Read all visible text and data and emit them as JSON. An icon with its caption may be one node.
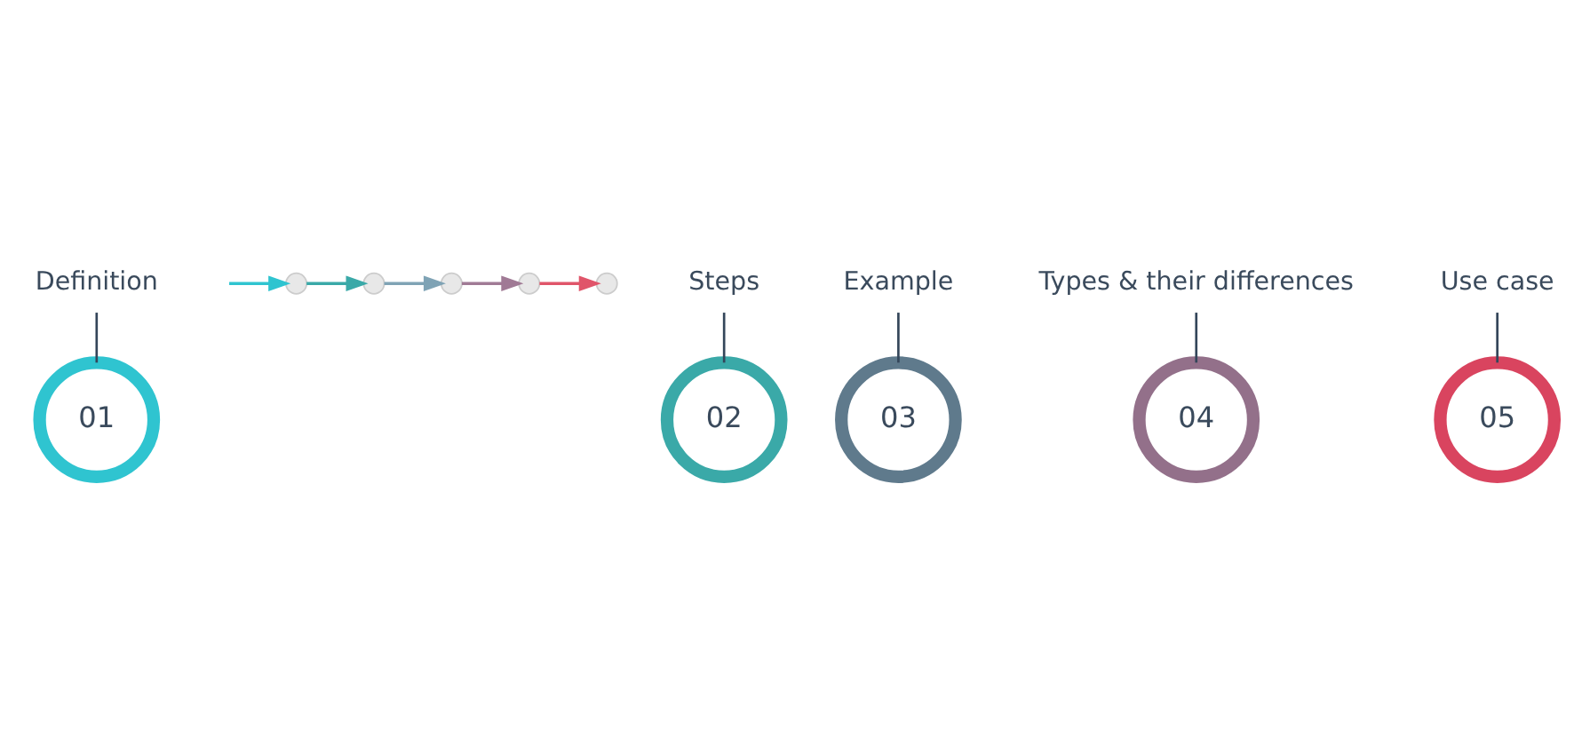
{
  "diagram": {
    "nodes": [
      {
        "text": [
          "Definition"
        ]
      },
      {
        "text": [
          "01"
        ]
      },
      {
        "text": [],
        "shape": "circle"
      },
      {
        "text": [
          "Steps"
        ]
      },
      {
        "text": [
          "02"
        ]
      },
      {
        "text": [],
        "shape": "circle"
      },
      {
        "text": [
          "Example"
        ]
      },
      {
        "text": [
          "03"
        ]
      },
      {
        "text": [],
        "shape": "circle"
      },
      {
        "text": [
          "Types & their differences"
        ]
      },
      {
        "text": [
          "04"
        ]
      },
      {
        "text": [],
        "shape": "circle"
      },
      {
        "text": [
          "Use case"
        ]
      },
      {
        "text": [
          "05"
        ]
      },
      {
        "text": [],
        "shape": "circle"
      }
    ],
    "edges": [
      {
        "from": 0,
        "to": 1,
        "arrow": "none"
      },
      {
        "from": 3,
        "to": 4,
        "arrow": "none"
      },
      {
        "from": 6,
        "to": 7,
        "arrow": "none"
      },
      {
        "from": 9,
        "to": 10,
        "arrow": "none"
      },
      {
        "from": 12,
        "to": 13,
        "arrow": "none"
      },
      {
        "from": null,
        "to": 2,
        "arrow": "to",
        "color": "#2fc4d0"
      },
      {
        "from": 2,
        "to": 5,
        "arrow": "to",
        "color": "#3aa9a8"
      },
      {
        "from": 5,
        "to": 8,
        "arrow": "to",
        "color": "#7fa3b5"
      },
      {
        "from": 8,
        "to": 11,
        "arrow": "to",
        "color": "#a07a95"
      },
      {
        "from": 11,
        "to": 14,
        "arrow": "to",
        "color": "#e0556a"
      }
    ]
  }
}
